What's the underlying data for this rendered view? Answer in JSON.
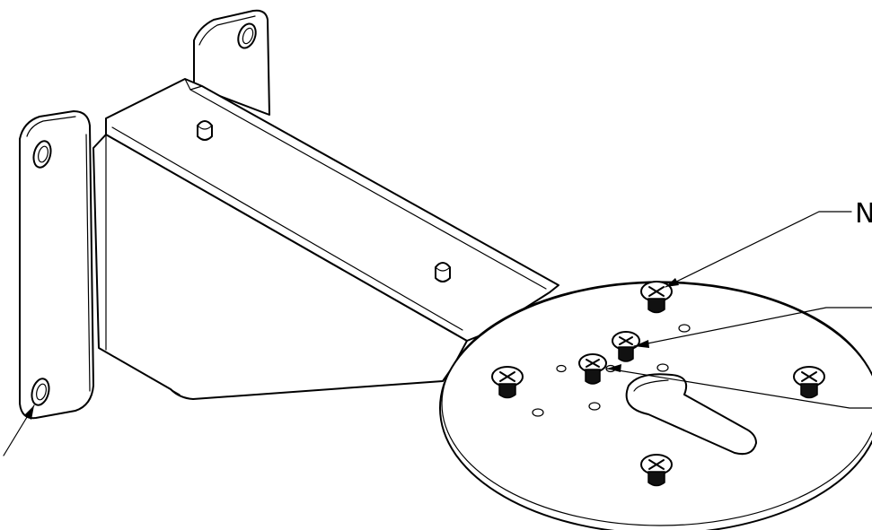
{
  "callouts": [
    {
      "id": "callout-1",
      "text": "N"
    },
    {
      "id": "callout-2",
      "text": ""
    },
    {
      "id": "callout-3",
      "text": ""
    },
    {
      "id": "callout-4",
      "text": ""
    }
  ],
  "colors": {
    "line": "#000000",
    "background": "#ffffff"
  },
  "icons": [
    "screw-icon",
    "mounting-hole-icon",
    "keyhole-slot-icon"
  ]
}
